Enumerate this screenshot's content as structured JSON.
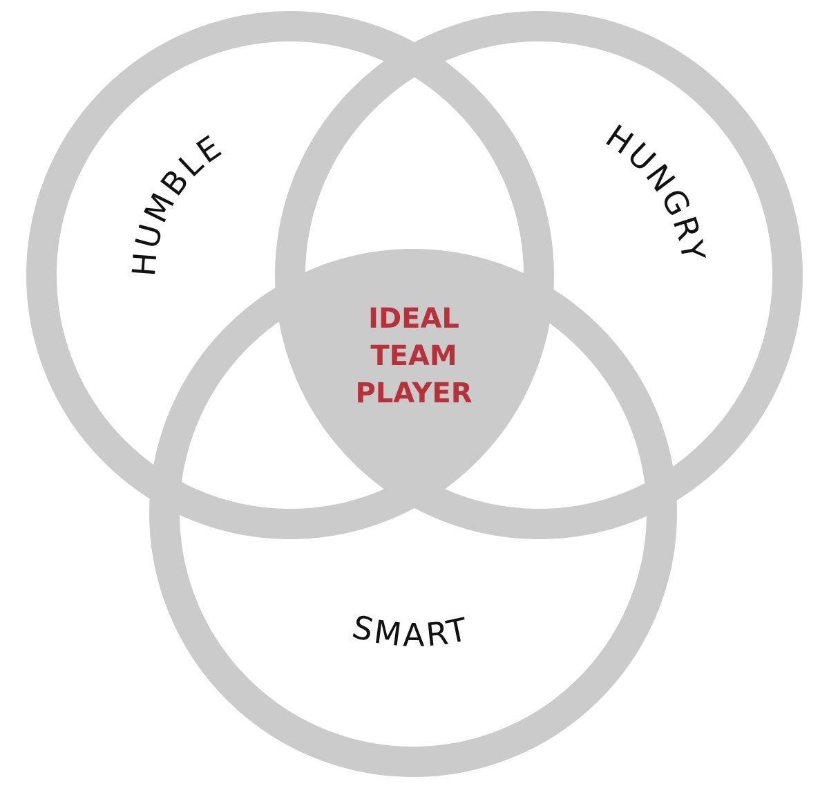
{
  "diagram": {
    "circles": [
      {
        "name": "humble",
        "label": "HUMBLE"
      },
      {
        "name": "hungry",
        "label": "HUNGRY"
      },
      {
        "name": "smart",
        "label": "SMART"
      }
    ],
    "center": {
      "lines": [
        "IDEAL",
        "TEAM",
        "PLAYER"
      ]
    },
    "colors": {
      "ring": "#cbcbcb",
      "center_text": "#b8313a",
      "label_text": "#111111",
      "background": "#ffffff"
    }
  }
}
